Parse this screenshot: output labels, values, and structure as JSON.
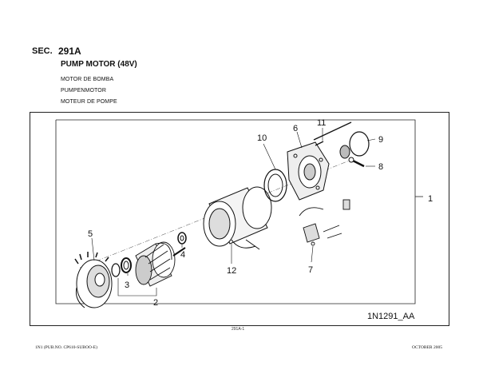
{
  "header": {
    "sec_label": "SEC.",
    "sec_number": "291A",
    "title": "PUMP MOTOR (48V)",
    "subtitles": [
      "MOTOR DE BOMBA",
      "PUMPENMOTOR",
      "MOTEUR DE POMPE"
    ]
  },
  "diagram": {
    "callouts": [
      "1",
      "2",
      "3",
      "4",
      "5",
      "6",
      "7",
      "8",
      "9",
      "10",
      "11",
      "12"
    ],
    "code": "1N1291_AA"
  },
  "footer": {
    "page_number": "291A-1",
    "left_text": "1N1 (PUB.NO. CP610-SUBOO-E)",
    "right_text": "OCTOBER 2005"
  },
  "colors": {
    "ink": "#111111",
    "paper": "#ffffff"
  }
}
